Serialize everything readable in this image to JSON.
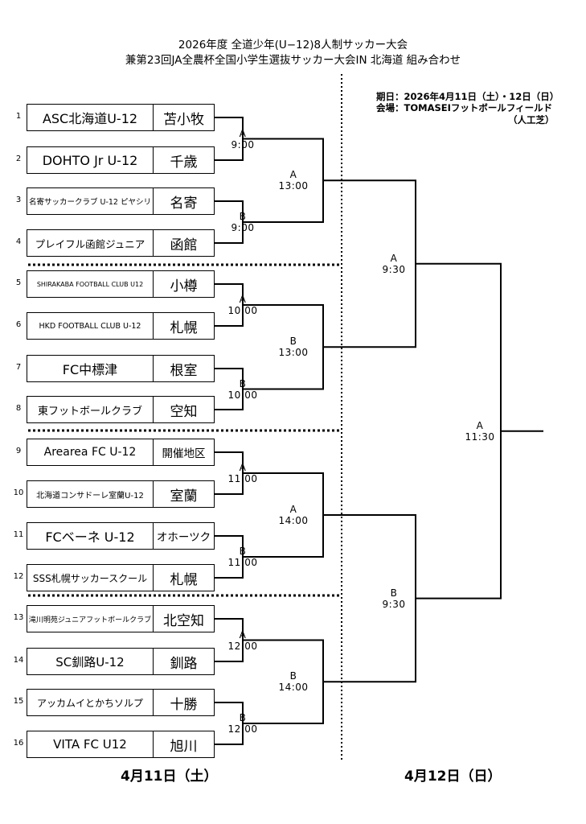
{
  "header": {
    "title_line1": "2026年度 全道少年(U−12)8人制サッカー大会",
    "title_line2": "兼第23回JA全農杯全国小学生選抜サッカー大会IN 北海道 組み合わせ",
    "schedule": "期日：2026年4月11日（土）・12日（日）",
    "venue": "会場：TOMASEIフットボールフィールド",
    "venue_note": "（人工芝）"
  },
  "teams": [
    {
      "seed": "1",
      "name": "ASC北海道U-12",
      "area": "苫小牧"
    },
    {
      "seed": "2",
      "name": "DOHTO Jr U-12",
      "area": "千歳"
    },
    {
      "seed": "3",
      "name": "名寄サッカークラブ U-12 ピヤシリ",
      "area": "名寄"
    },
    {
      "seed": "4",
      "name": "プレイフル函館ジュニア",
      "area": "函館"
    },
    {
      "seed": "5",
      "name": "SHIRAKABA FOOTBALL CLUB U12",
      "area": "小樽"
    },
    {
      "seed": "6",
      "name": "HKD FOOTBALL CLUB U-12",
      "area": "札幌"
    },
    {
      "seed": "7",
      "name": "FC中標津",
      "area": "根室"
    },
    {
      "seed": "8",
      "name": "東フットボールクラブ",
      "area": "空知"
    },
    {
      "seed": "9",
      "name": "Arearea FC U-12",
      "area": "開催地区"
    },
    {
      "seed": "10",
      "name": "北海道コンサドーレ室蘭U-12",
      "area": "室蘭"
    },
    {
      "seed": "11",
      "name": "FCベーネ U-12",
      "area": "オホーツク"
    },
    {
      "seed": "12",
      "name": "SSS札幌サッカースクール",
      "area": "札幌"
    },
    {
      "seed": "13",
      "name": "滝川明苑ジュニアフットボールクラブ",
      "area": "北空知"
    },
    {
      "seed": "14",
      "name": "SC釧路U-12",
      "area": "釧路"
    },
    {
      "seed": "15",
      "name": "アッカムイとかちソルプ",
      "area": "十勝"
    },
    {
      "seed": "16",
      "name": "VITA FC U12",
      "area": "旭川"
    }
  ],
  "round1": [
    {
      "court": "A",
      "time": "9:00"
    },
    {
      "court": "B",
      "time": "9:00"
    },
    {
      "court": "A",
      "time": "10:00"
    },
    {
      "court": "B",
      "time": "10:00"
    },
    {
      "court": "A",
      "time": "11:00"
    },
    {
      "court": "B",
      "time": "11:00"
    },
    {
      "court": "A",
      "time": "12:00"
    },
    {
      "court": "B",
      "time": "12:00"
    }
  ],
  "round2": [
    {
      "court": "A",
      "time": "13:00"
    },
    {
      "court": "B",
      "time": "13:00"
    },
    {
      "court": "A",
      "time": "14:00"
    },
    {
      "court": "B",
      "time": "14:00"
    }
  ],
  "round3": [
    {
      "court": "A",
      "time": "9:30"
    },
    {
      "court": "B",
      "time": "9:30"
    }
  ],
  "final": {
    "court": "A",
    "time": "11:30"
  },
  "dates": {
    "day1": "4月11日（土）",
    "day2": "4月12日（日）"
  }
}
